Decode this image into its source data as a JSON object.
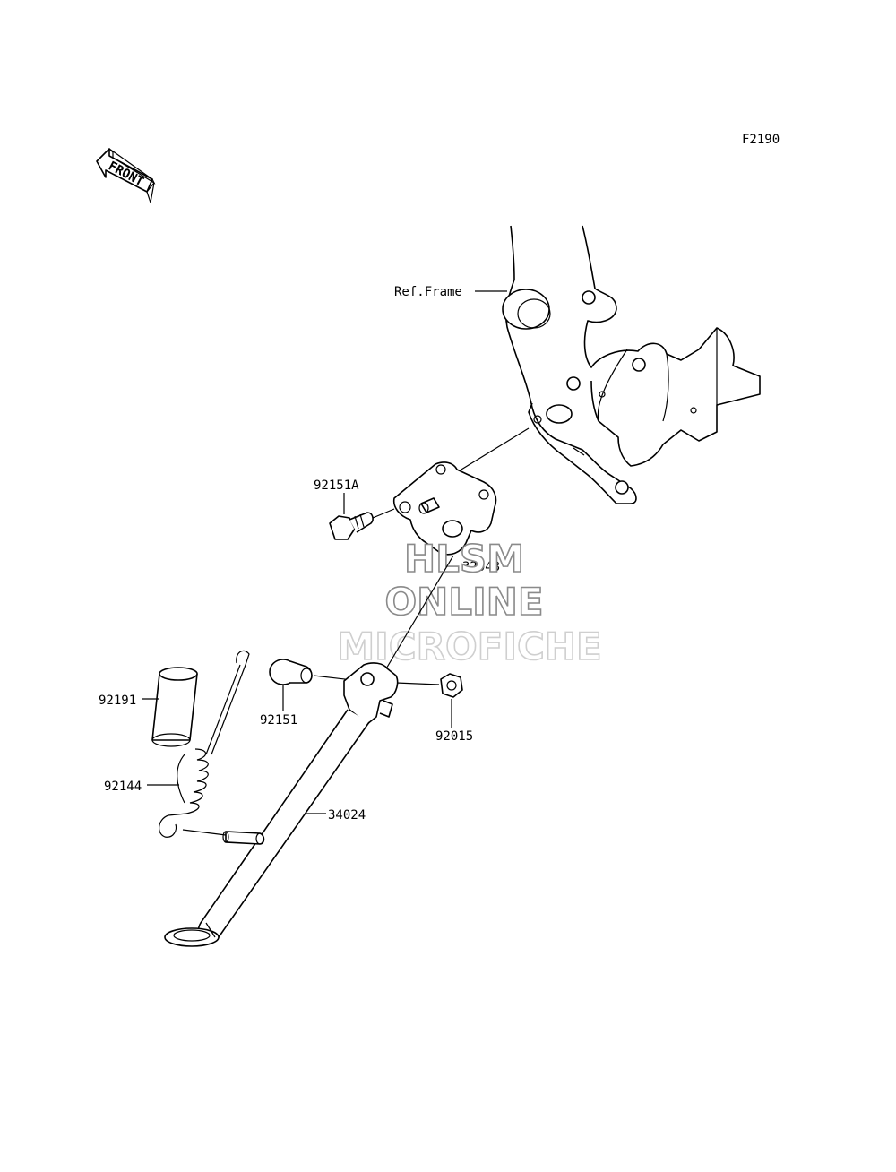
{
  "figure_code": "F2190",
  "front_arrow": {
    "text": "FRONT",
    "icon": "front-arrow-icon"
  },
  "callouts": {
    "ref_frame": "Ref.Frame",
    "p92151A": "92151A",
    "p32043": "32043",
    "p92191": "92191",
    "p92151": "92151",
    "p92015": "92015",
    "p92144": "92144",
    "p34024": "34024"
  },
  "watermark": {
    "line1": "HLSM",
    "line2": "ONLINE",
    "line3": "MICROFICHE"
  }
}
